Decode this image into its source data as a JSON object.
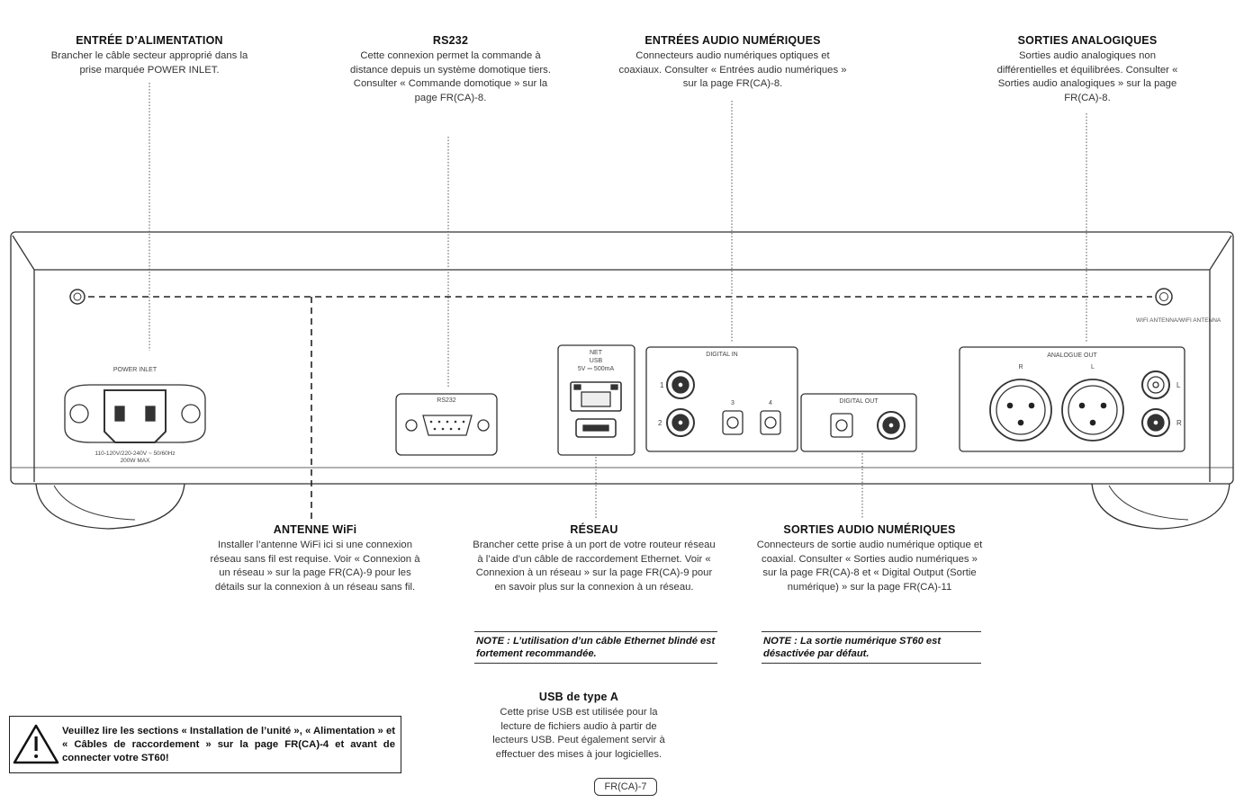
{
  "callouts": {
    "power": {
      "title": "ENTRÉE D’ALIMENTATION",
      "body": "Brancher le câble secteur approprié dans la prise marquée POWER INLET."
    },
    "rs232": {
      "title": "RS232",
      "body": "Cette connexion permet la commande à distance depuis un système domotique tiers. Consulter « Commande domotique » sur la page FR(CA)-8."
    },
    "digital_in": {
      "title": "ENTRÉES AUDIO NUMÉRIQUES",
      "body": "Connecteurs audio numériques optiques et coaxiaux. Consulter « Entrées audio numériques » sur la page FR(CA)-8."
    },
    "analog_out": {
      "title": "SORTIES ANALOGIQUES",
      "body": "Sorties audio analogiques non différentielles et équilibrées. Consulter « Sorties audio analogiques » sur la page FR(CA)-8."
    },
    "wifi": {
      "title": "ANTENNE WiFi",
      "body": "Installer l’antenne WiFi ici si une connexion réseau sans fil est requise. Voir « Connexion à un réseau » sur la page FR(CA)-9 pour les détails sur la connexion à un réseau sans fil."
    },
    "network": {
      "title": "RÉSEAU",
      "body": "Brancher cette prise à un port de votre routeur réseau à l’aide d’un câble de raccordement Ethernet. Voir « Connexion à un réseau » sur la page FR(CA)-9 pour en savoir plus sur la connexion à un réseau."
    },
    "digital_out": {
      "title": "SORTIES AUDIO NUMÉRIQUES",
      "body": "Connecteurs de sortie audio numérique optique et coaxial. Consulter « Sorties audio numériques » sur la page FR(CA)-8 et « Digital Output (Sortie numérique) » sur la page FR(CA)-11"
    },
    "usb": {
      "title": "USB de type A",
      "body": "Cette prise USB est utilisée pour la lecture de fichiers audio à partir de lecteurs USB. Peut également servir à effectuer des mises à jour logicielles."
    }
  },
  "notes": {
    "ethernet": "NOTE : L’utilisation d’un câble Ethernet blindé est fortement recommandée.",
    "digital_out": "NOTE : La sortie numérique ST60 est désactivée par défaut."
  },
  "warning": "Veuillez lire les sections « Installation de l’unité », « Alimentation » et « Câbles de raccordement » sur la page FR(CA)-4 et avant de connecter votre ST60!",
  "page_number": "FR(CA)-7",
  "panel_labels": {
    "power_inlet": "POWER INLET",
    "power_spec_1": "110-120V/220-240V ~ 50/60Hz",
    "power_spec_2": "200W MAX",
    "rs232": "RS232",
    "net": "NET",
    "usb": "USB",
    "usb_spec": "5V ⎓ 500mA",
    "digital_in": "DIGITAL IN",
    "in_1": "1",
    "in_2": "2",
    "in_3": "3",
    "in_4": "4",
    "digital_out": "DIGITAL OUT",
    "analogue_out": "ANALOGUE OUT",
    "ch_r": "R",
    "ch_l": "L",
    "rca_l": "L",
    "rca_r": "R",
    "wifi_antenna": "WIFI ANTENNA/WIFI ANTENNA"
  }
}
